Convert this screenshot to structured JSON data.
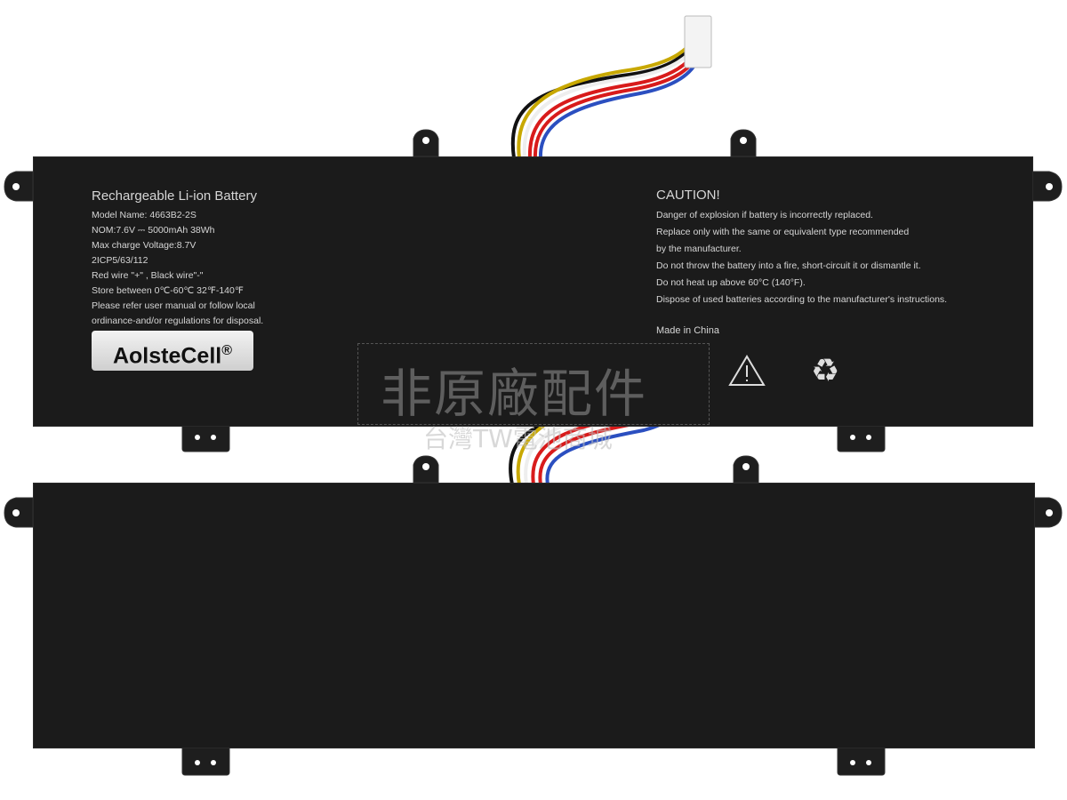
{
  "label": {
    "title": "Rechargeable Li-ion Battery",
    "lines": [
      "Model  Name:  4663B2-2S",
      "NOM:7.6V ⎓ 5000mAh    38Wh",
      "Max charge Voltage:8.7V",
      "2ICP5/63/112",
      "Red wire   \"+\"  , Black wire\"-\"",
      "Store between 0℃-60℃ 32℉-140℉",
      "Please refer user manual or follow local",
      "ordinance-and/or regulations for disposal."
    ],
    "brand": "AolsteCell",
    "brand_mark": "®"
  },
  "caution": {
    "title": "CAUTION!",
    "lines": [
      "Danger of explosion if battery is incorrectly replaced.",
      "Replace only with the same or equivalent type recommended",
      "by the manufacturer.",
      "Do not throw the battery into a fire, short-circuit it or dismantle it.",
      "Do not heat up above 60°C (140°F).",
      "Dispose of used batteries according to the manufacturer's instructions."
    ],
    "origin": "Made in China"
  },
  "watermark": {
    "line1": "非原廠配件",
    "line2": "台灣TW電池商城"
  },
  "colors": {
    "body": "#1b1b1b",
    "text": "#d6d6d6"
  }
}
